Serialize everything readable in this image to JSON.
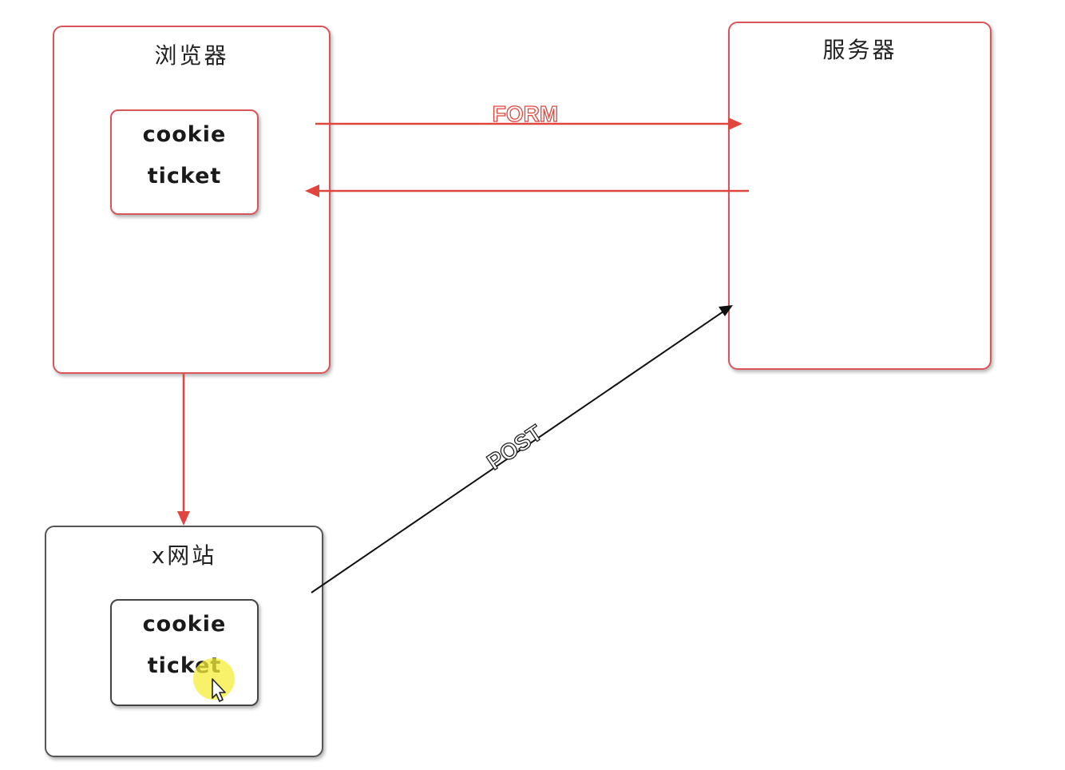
{
  "nodes": {
    "browser": {
      "title": "浏览器",
      "inner": {
        "line1": "cookie",
        "line2": "ticket"
      }
    },
    "server": {
      "title": "服务器"
    },
    "site": {
      "title": "x网站",
      "inner": {
        "line1": "cookie",
        "line2": "ticket"
      }
    }
  },
  "edges": {
    "form_label": "FORM",
    "post_label": "POST"
  },
  "colors": {
    "red_arrow": "#e0453e",
    "black_arrow": "#111111",
    "red_border": "#d8555a",
    "dark_border": "#555555",
    "cursor_highlight": "#f5ee3a"
  },
  "icons": {
    "cursor": "mouse-pointer-icon"
  }
}
